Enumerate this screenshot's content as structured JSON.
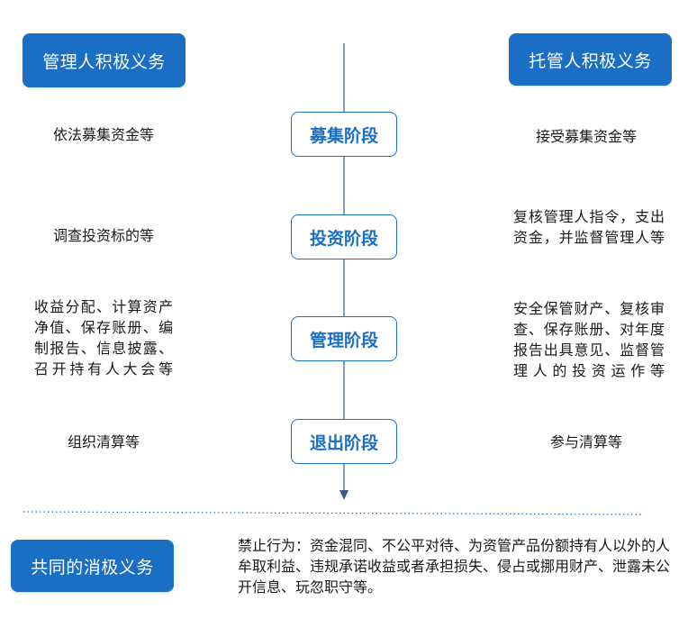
{
  "headers": {
    "manager": "管理人积极义务",
    "custodian": "托管人积极义务",
    "common": "共同的消极义务"
  },
  "stages": [
    {
      "label": "募集阶段",
      "manager_duty": "依法募集资金等",
      "custodian_duty": "接受募集资金等"
    },
    {
      "label": "投资阶段",
      "manager_duty": "调查投资标的等",
      "custodian_duty": "复核管理人指令，支出资金，并监督管理人等"
    },
    {
      "label": "管理阶段",
      "manager_duty": "收益分配、计算资产净值、保存账册、编制报告、信息披露、召开持有人大会等",
      "custodian_duty": "安全保管财产、复核审查、保存账册、对年度报告出具意见、监督管理人的投资运作等"
    },
    {
      "label": "退出阶段",
      "manager_duty": "组织清算等",
      "custodian_duty": "参与清算等"
    }
  ],
  "prohibited": "禁止行为：资金混同、不公平对待、为资管产品份额持有人以外的人牟取利益、违规承诺收益或者承担损失、侵占或挪用财产、泄露未公开信息、玩忽职守等。",
  "colors": {
    "accent": "#1a6fc4",
    "axis": "#3d5a80",
    "divider": "#1a6fc4"
  }
}
